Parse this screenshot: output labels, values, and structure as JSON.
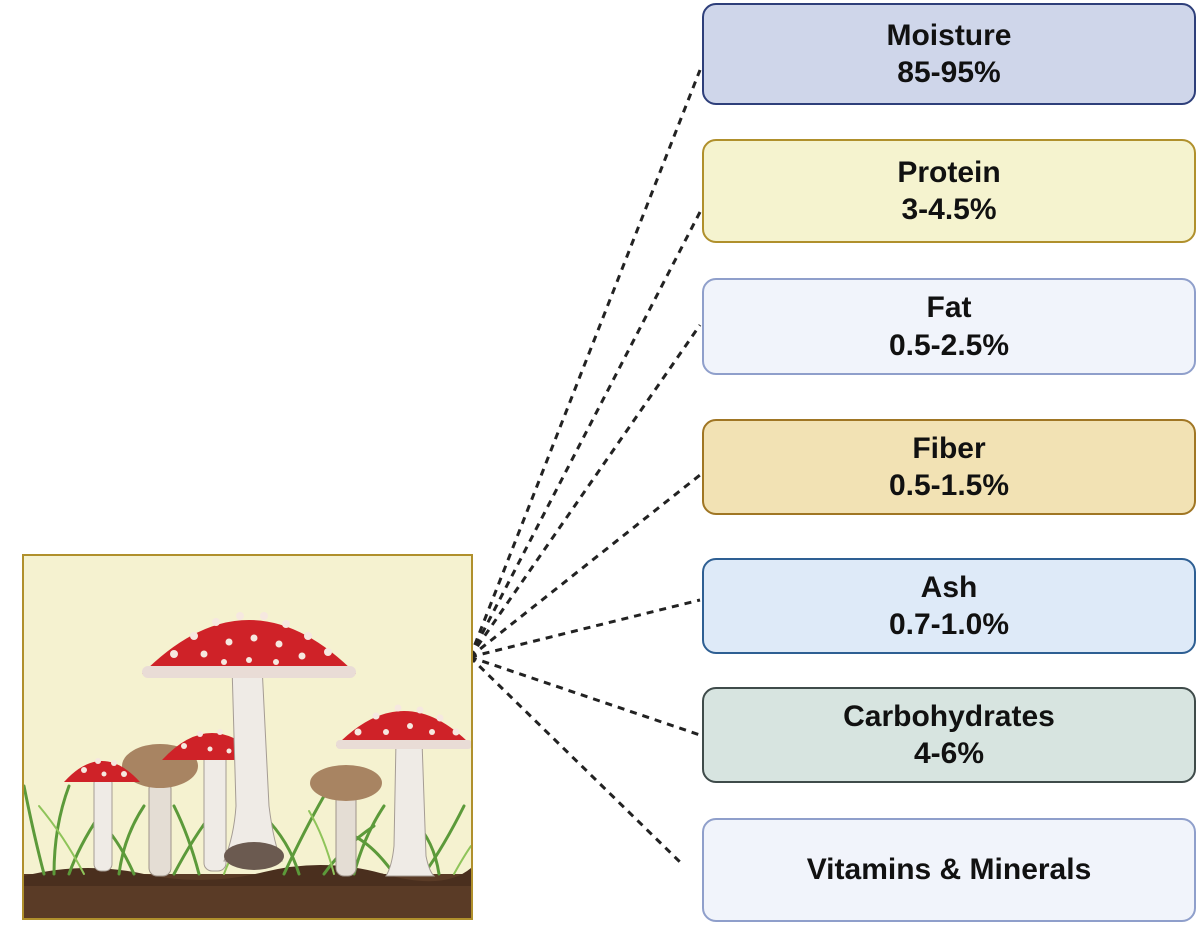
{
  "colors": {
    "dotted_line": "#222222",
    "illustration_bg": "#f5f2d0",
    "illustration_border": "#b0902c"
  },
  "illustration": {
    "name": "mushroom-illustration",
    "depicts": "red-capped fly agaric mushrooms, brown mushrooms and grass on soil"
  },
  "components": [
    {
      "label": "Moisture",
      "value": "85-95%",
      "fill": "#cfd6ea",
      "border": "#2e3f7a"
    },
    {
      "label": "Protein",
      "value": "3-4.5%",
      "fill": "#f5f3cf",
      "border": "#b0902c"
    },
    {
      "label": "Fat",
      "value": "0.5-2.5%",
      "fill": "#f1f4fb",
      "border": "#8f9fcb"
    },
    {
      "label": "Fiber",
      "value": "0.5-1.5%",
      "fill": "#f2e2b4",
      "border": "#a07624"
    },
    {
      "label": "Ash",
      "value": "0.7-1.0%",
      "fill": "#deeaf8",
      "border": "#2e5f93"
    },
    {
      "label": "Carbohydrates",
      "value": "4-6%",
      "fill": "#d7e4e0",
      "border": "#3f4b4a"
    },
    {
      "label": "Vitamins & Minerals",
      "value": "",
      "fill": "#f1f4fb",
      "border": "#8f9fcb"
    }
  ]
}
